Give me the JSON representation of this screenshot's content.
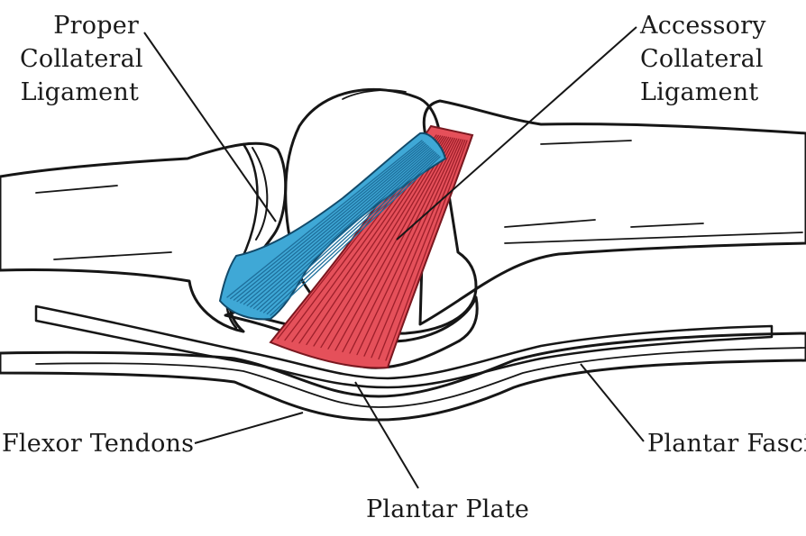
{
  "labels": {
    "proper_collateral_ligament": [
      "Proper",
      "Collateral",
      "Ligament"
    ],
    "accessory_collateral_ligament": [
      "Accessory",
      "Collateral",
      "Ligament"
    ],
    "flexor_tendons": "Flexor Tendons",
    "plantar_fascia": "Plantar Fascia",
    "plantar_plate": "Plantar Plate"
  },
  "colors": {
    "bone_fill": "#e4e4e4",
    "bone_shadow": "#c8c8c8",
    "tendon_fill": "#e9e9e9",
    "proper_ligament": "#3fa8d6",
    "proper_ligament_fiber": "#1e6f9c",
    "accessory_ligament": "#e5505a",
    "accessory_ligament_fiber": "#9d1f2a",
    "outline": "#161616"
  }
}
